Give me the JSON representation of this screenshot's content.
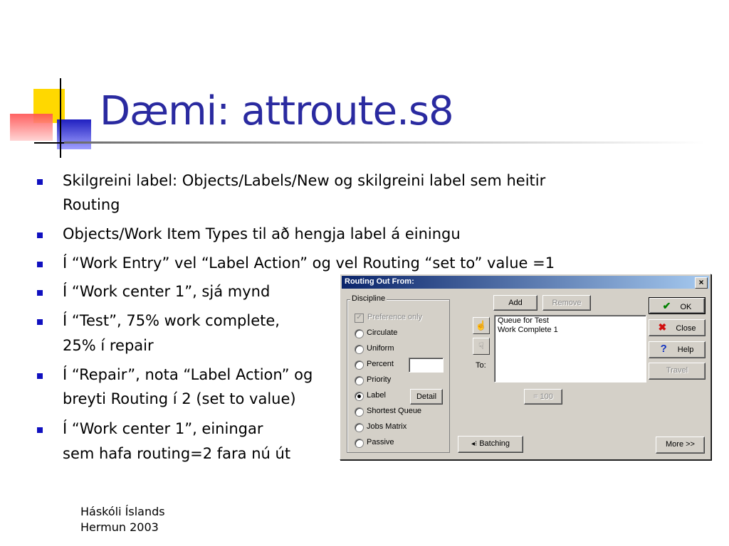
{
  "slide": {
    "title": "Dæmi: attroute.s8",
    "bullets": [
      "Skilgreini label: Objects/Labels/New og skilgreini label sem heitir",
      "Routing",
      "Objects/Work Item Types til að hengja label á einingu",
      "Í “Work Entry” vel “Label Action” og vel Routing “set to” value =1",
      "Í “Work center 1”, sjá mynd",
      "Í “Test”, 75% work complete,",
      "25% í repair",
      "Í “Repair”, nota “Label Action” og",
      "breyti Routing í 2 (set to value)",
      "Í “Work center 1”, einingar",
      "sem hafa routing=2 fara nú út"
    ],
    "footer": {
      "line1": "Háskóli Íslands",
      "line2": "Hermun 2003"
    }
  },
  "dialog": {
    "title": "Routing Out From:",
    "close_glyph": "×",
    "discipline_label": "Discipline",
    "preference_only": "Preference only",
    "options": [
      "Circulate",
      "Uniform",
      "Percent",
      "Priority",
      "Label",
      "Shortest Queue",
      "Jobs Matrix",
      "Passive"
    ],
    "selected_option": "Label",
    "detail_button": "Detail",
    "add_button": "Add",
    "remove_button": "Remove",
    "to_label": "To:",
    "destinations": [
      "Queue for Test",
      "Work Complete 1"
    ],
    "eq100_button": "= 100",
    "batching_button": "Batching",
    "ok_button": "OK",
    "close_button": "Close",
    "help_button": "Help",
    "travel_button": "Travel",
    "more_button": "More >>"
  },
  "colors": {
    "title": "#2a2aa0",
    "bullet_marker": "#1010c0",
    "titlebar_start": "#0a246a",
    "titlebar_end": "#a6caf0"
  }
}
